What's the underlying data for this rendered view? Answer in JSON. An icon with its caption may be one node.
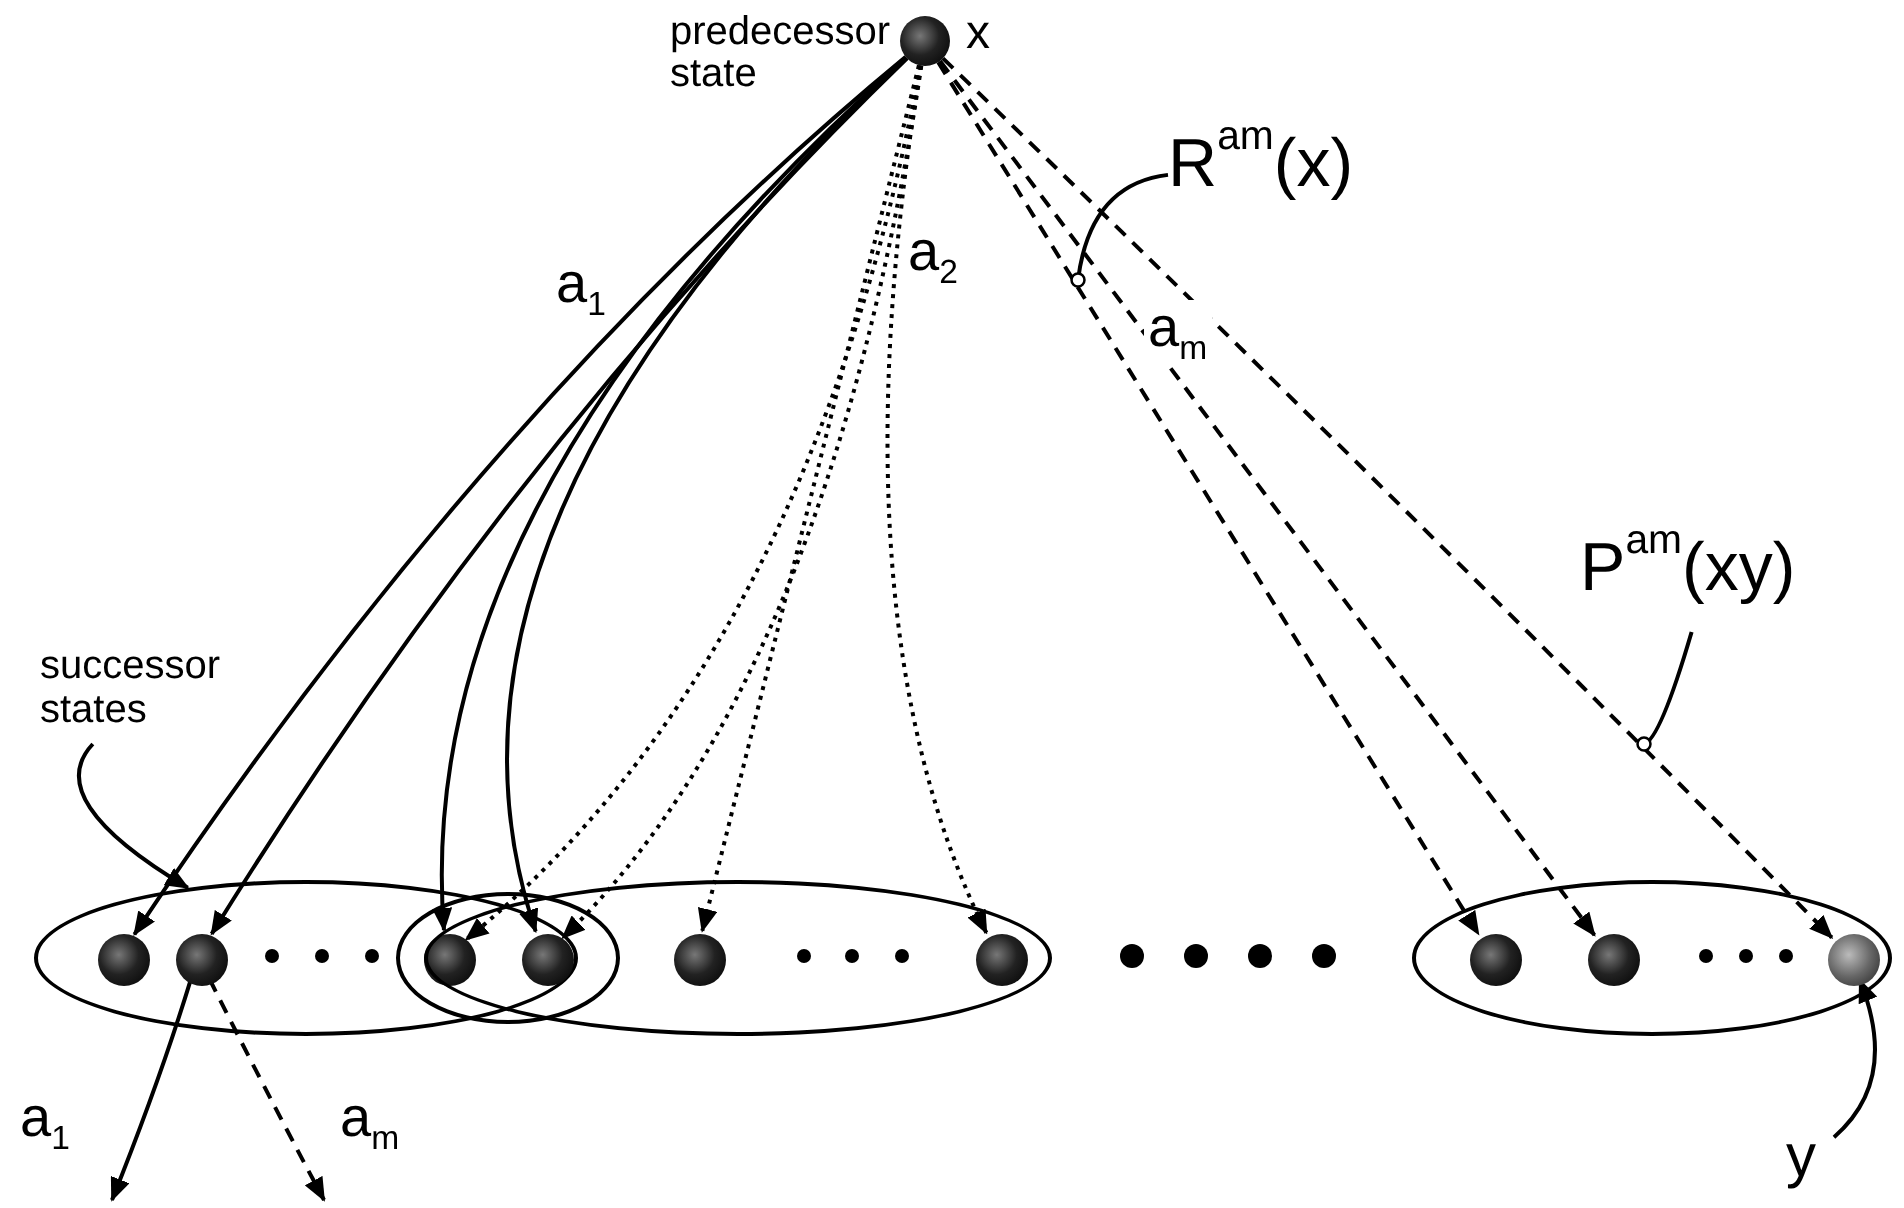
{
  "diagram": {
    "nodes": [
      {
        "text": [],
        "shape": "circle",
        "beside": [
          "predecessor state",
          "x"
        ]
      },
      {
        "text": [],
        "shape": "ellipse"
      },
      {
        "text": [],
        "shape": "ellipse"
      },
      {
        "text": [],
        "shape": "ellipse"
      },
      {
        "text": [],
        "shape": "ellipse"
      },
      {
        "text": [],
        "shape": "circle",
        "in": 1
      },
      {
        "text": [],
        "shape": "circle",
        "in": 1
      },
      {
        "text": [],
        "shape": "circle",
        "in": 2
      },
      {
        "text": [],
        "shape": "circle",
        "in": 2
      },
      {
        "text": [],
        "shape": "circle",
        "in": 3
      },
      {
        "text": [],
        "shape": "circle",
        "in": 3
      },
      {
        "text": [],
        "shape": "circle",
        "in": 4
      },
      {
        "text": [],
        "shape": "circle",
        "in": 4
      },
      {
        "text": [],
        "shape": "circle",
        "in": 4
      },
      {
        "text": [
          "successor states"
        ]
      },
      {
        "text": [
          "R$^{am}$(x)"
        ]
      },
      {
        "text": [
          "P$^{am}$(xy)"
        ]
      },
      {
        "text": [
          "y"
        ]
      }
    ],
    "edges": [
      {
        "from": 0,
        "to": 5,
        "arrow": "to",
        "label": "a$_{1}$"
      },
      {
        "from": 0,
        "to": 6,
        "arrow": "to"
      },
      {
        "from": 0,
        "to": 7,
        "arrow": "to"
      },
      {
        "from": 0,
        "to": 8,
        "arrow": "to"
      },
      {
        "from": 0,
        "to": 7,
        "arrow": "to",
        "style": "dashed"
      },
      {
        "from": 0,
        "to": 8,
        "arrow": "to",
        "style": "dashed"
      },
      {
        "from": 0,
        "to": 9,
        "arrow": "to",
        "style": "dashed",
        "label": "a$_{2}$"
      },
      {
        "from": 0,
        "to": 10,
        "arrow": "to",
        "style": "dashed"
      },
      {
        "from": 0,
        "to": 11,
        "arrow": "to",
        "style": "dashed",
        "label": "a$_{m}$"
      },
      {
        "from": 0,
        "to": 12,
        "arrow": "to",
        "style": "dashed"
      },
      {
        "from": 0,
        "to": 13,
        "arrow": "to",
        "style": "dashed"
      },
      {
        "from": 14,
        "to": 1,
        "arrow": "to"
      },
      {
        "from": 15,
        "to": null,
        "arrow": "other"
      },
      {
        "from": 16,
        "to": null,
        "arrow": "other"
      },
      {
        "from": 17,
        "to": 13,
        "arrow": "to"
      },
      {
        "from": 6,
        "to": null,
        "arrow": "to",
        "label": "a$_{1}$"
      },
      {
        "from": 6,
        "to": null,
        "arrow": "to",
        "style": "dashed",
        "label": "a$_{m}$"
      }
    ]
  }
}
